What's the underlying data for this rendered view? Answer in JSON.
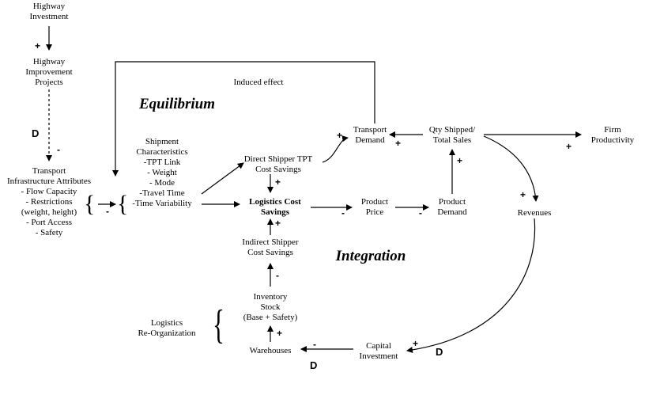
{
  "nodes": {
    "highway_investment": "Highway\nInvestment",
    "highway_projects": "Highway\nImprovement\nProjects",
    "transport_infra": "Transport\nInfrastructure Attributes\n- Flow Capacity\n- Restrictions\n(weight, height)\n- Port Access\n- Safety",
    "shipment_chars": "Shipment\nCharacteristics\n-TPT Link\n- Weight\n- Mode\n-Travel Time\n-Time Variability",
    "direct_savings": "Direct Shipper TPT\nCost Savings",
    "logistics_savings": "Logistics Cost\nSavings",
    "indirect_savings": "Indirect Shipper\nCost Savings",
    "inventory_stock": "Inventory\nStock\n(Base + Safety)",
    "warehouses": "Warehouses",
    "logistics_reorg": "Logistics\nRe-Organization",
    "transport_demand": "Transport\nDemand",
    "qty_shipped": "Qty Shipped/\nTotal Sales",
    "firm_productivity": "Firm\nProductivity",
    "product_price": "Product\nPrice",
    "product_demand": "Product\nDemand",
    "revenues": "Revenues",
    "capital_investment": "Capital\nInvestment"
  },
  "headings": {
    "equilibrium": "Equilibrium",
    "integration": "Integration",
    "induced_effect": "Induced effect"
  },
  "signs": {
    "plus": "+",
    "minus": "-",
    "delay": "D"
  }
}
